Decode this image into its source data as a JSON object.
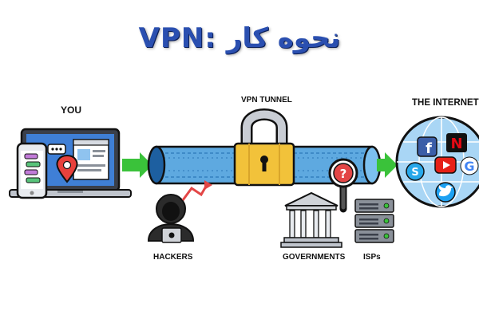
{
  "title": "VPN: نحوه کار",
  "labels": {
    "you": "YOU",
    "vpn_tunnel": "VPN TUNNEL",
    "internet": "THE INTERNET",
    "hackers": "HACKERS",
    "governments": "GOVERNMENTS",
    "isps": "ISPs"
  },
  "colors": {
    "title": "#2a4fb0",
    "tunnel": "#5ea9e0",
    "arrow": "#3ac23a",
    "lock": "#f2c23a",
    "hacker_arrow": "#e34646"
  },
  "icons": [
    "facebook-icon",
    "netflix-icon",
    "youtube-icon",
    "google-icon",
    "skype-icon",
    "twitter-icon"
  ]
}
